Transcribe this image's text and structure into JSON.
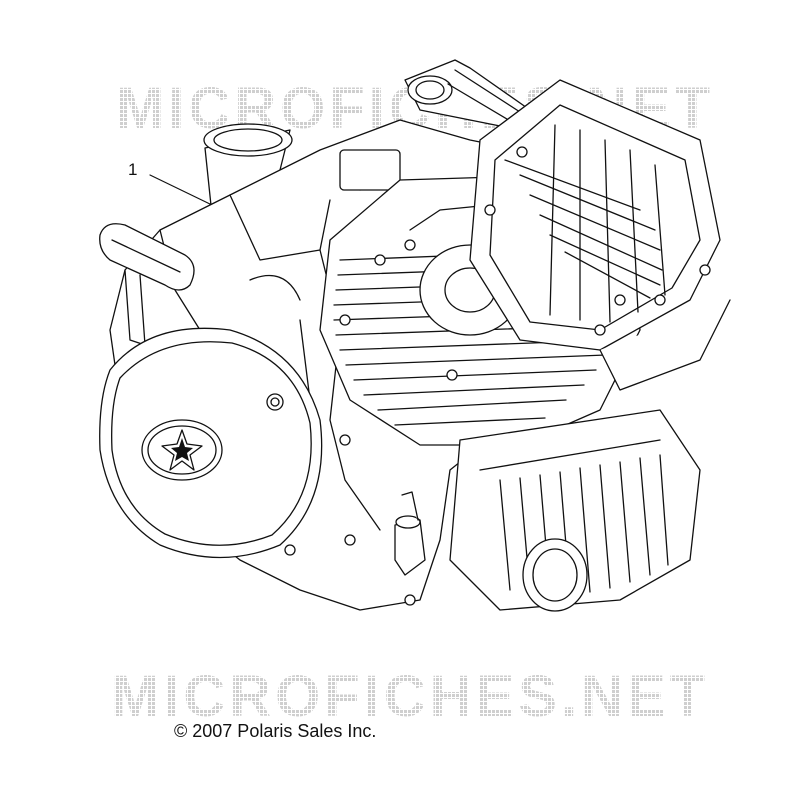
{
  "watermark": {
    "text": "MICROFICHES.NET",
    "color": "#d2d2d2"
  },
  "callout": {
    "label": "1"
  },
  "copyright": {
    "text": "© 2007 Polaris Sales Inc."
  },
  "colors": {
    "line": "#111111",
    "background": "#ffffff"
  },
  "icons": {
    "logo": "polaris-star-icon"
  }
}
